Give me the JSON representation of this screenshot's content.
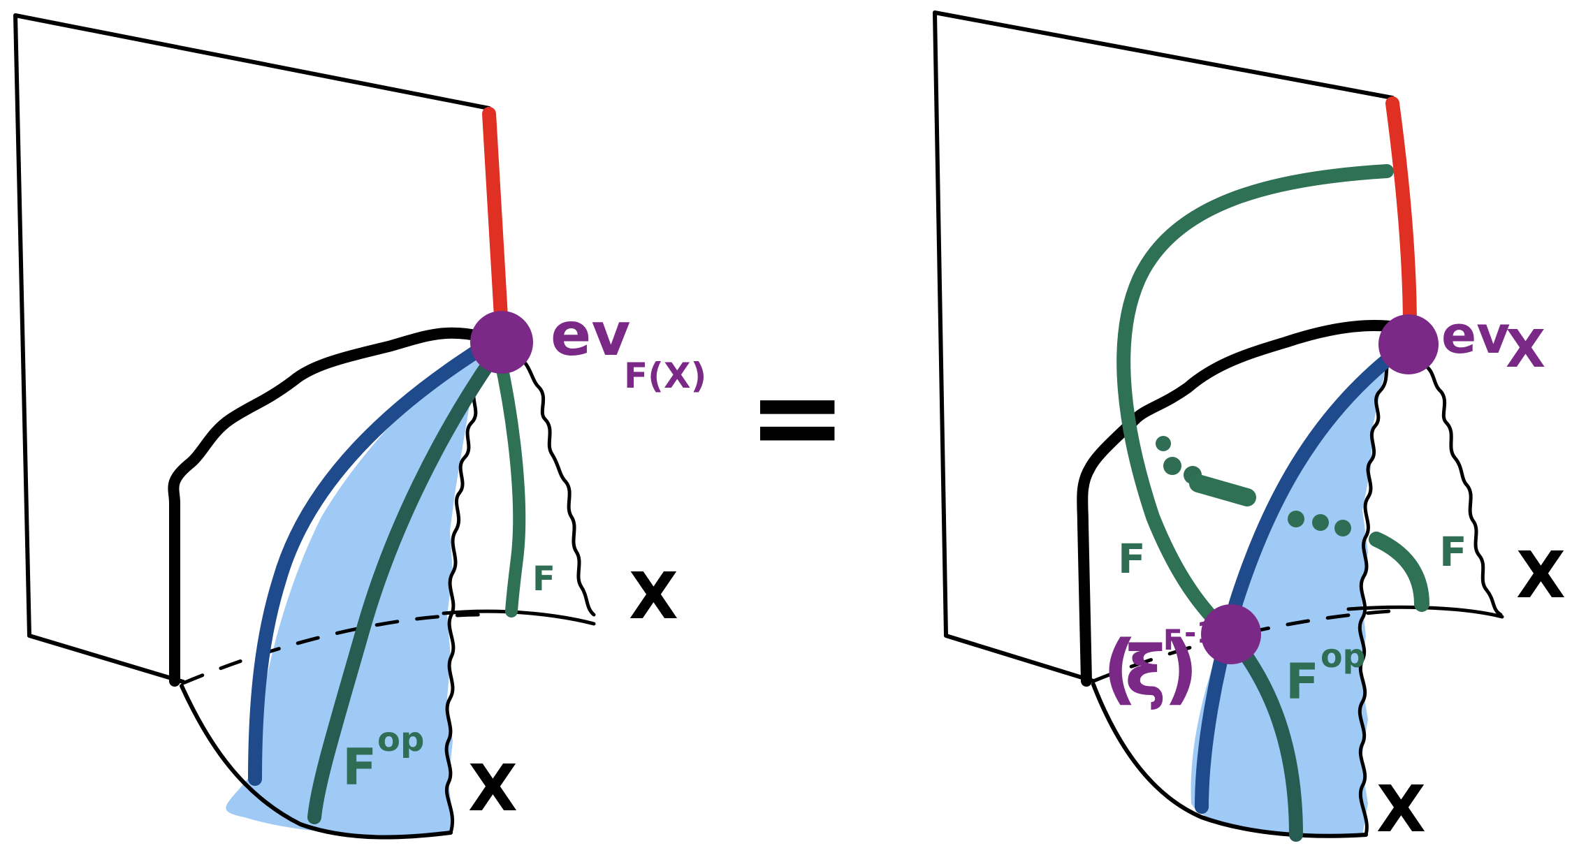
{
  "colors": {
    "background": "#ffffff",
    "ink": "#000000",
    "red_line": "#e03024",
    "blue_strand": "#1f4a8c",
    "green_strand": "#2f7155",
    "dark_green_strand": "#275c52",
    "light_blue_fill": "#9fcaf6",
    "vertex_purple": "#7a2a86",
    "label_purple": "#7a2a86",
    "label_green": "#2f6e55"
  },
  "left": {
    "vertex_label_main": "ev",
    "vertex_label_sub": "F(X)",
    "f_label": "F",
    "fop_label_main": "F",
    "fop_label_sup": "op",
    "x_label_right": "X",
    "x_label_bottom": "X"
  },
  "equals": "=",
  "right": {
    "vertex_label_main": "ev",
    "vertex_label_sub": "X",
    "f_label_left": "F",
    "f_label_right": "F",
    "fop_label_main": "F",
    "fop_label_sup": "op",
    "xi_label_open": "(",
    "xi_label_symbol": "ξ",
    "xi_label_sup_f": "F",
    "xi_label_close": ")",
    "xi_label_exponent": "-1",
    "x_label_right": "X",
    "x_label_bottom": "X"
  }
}
